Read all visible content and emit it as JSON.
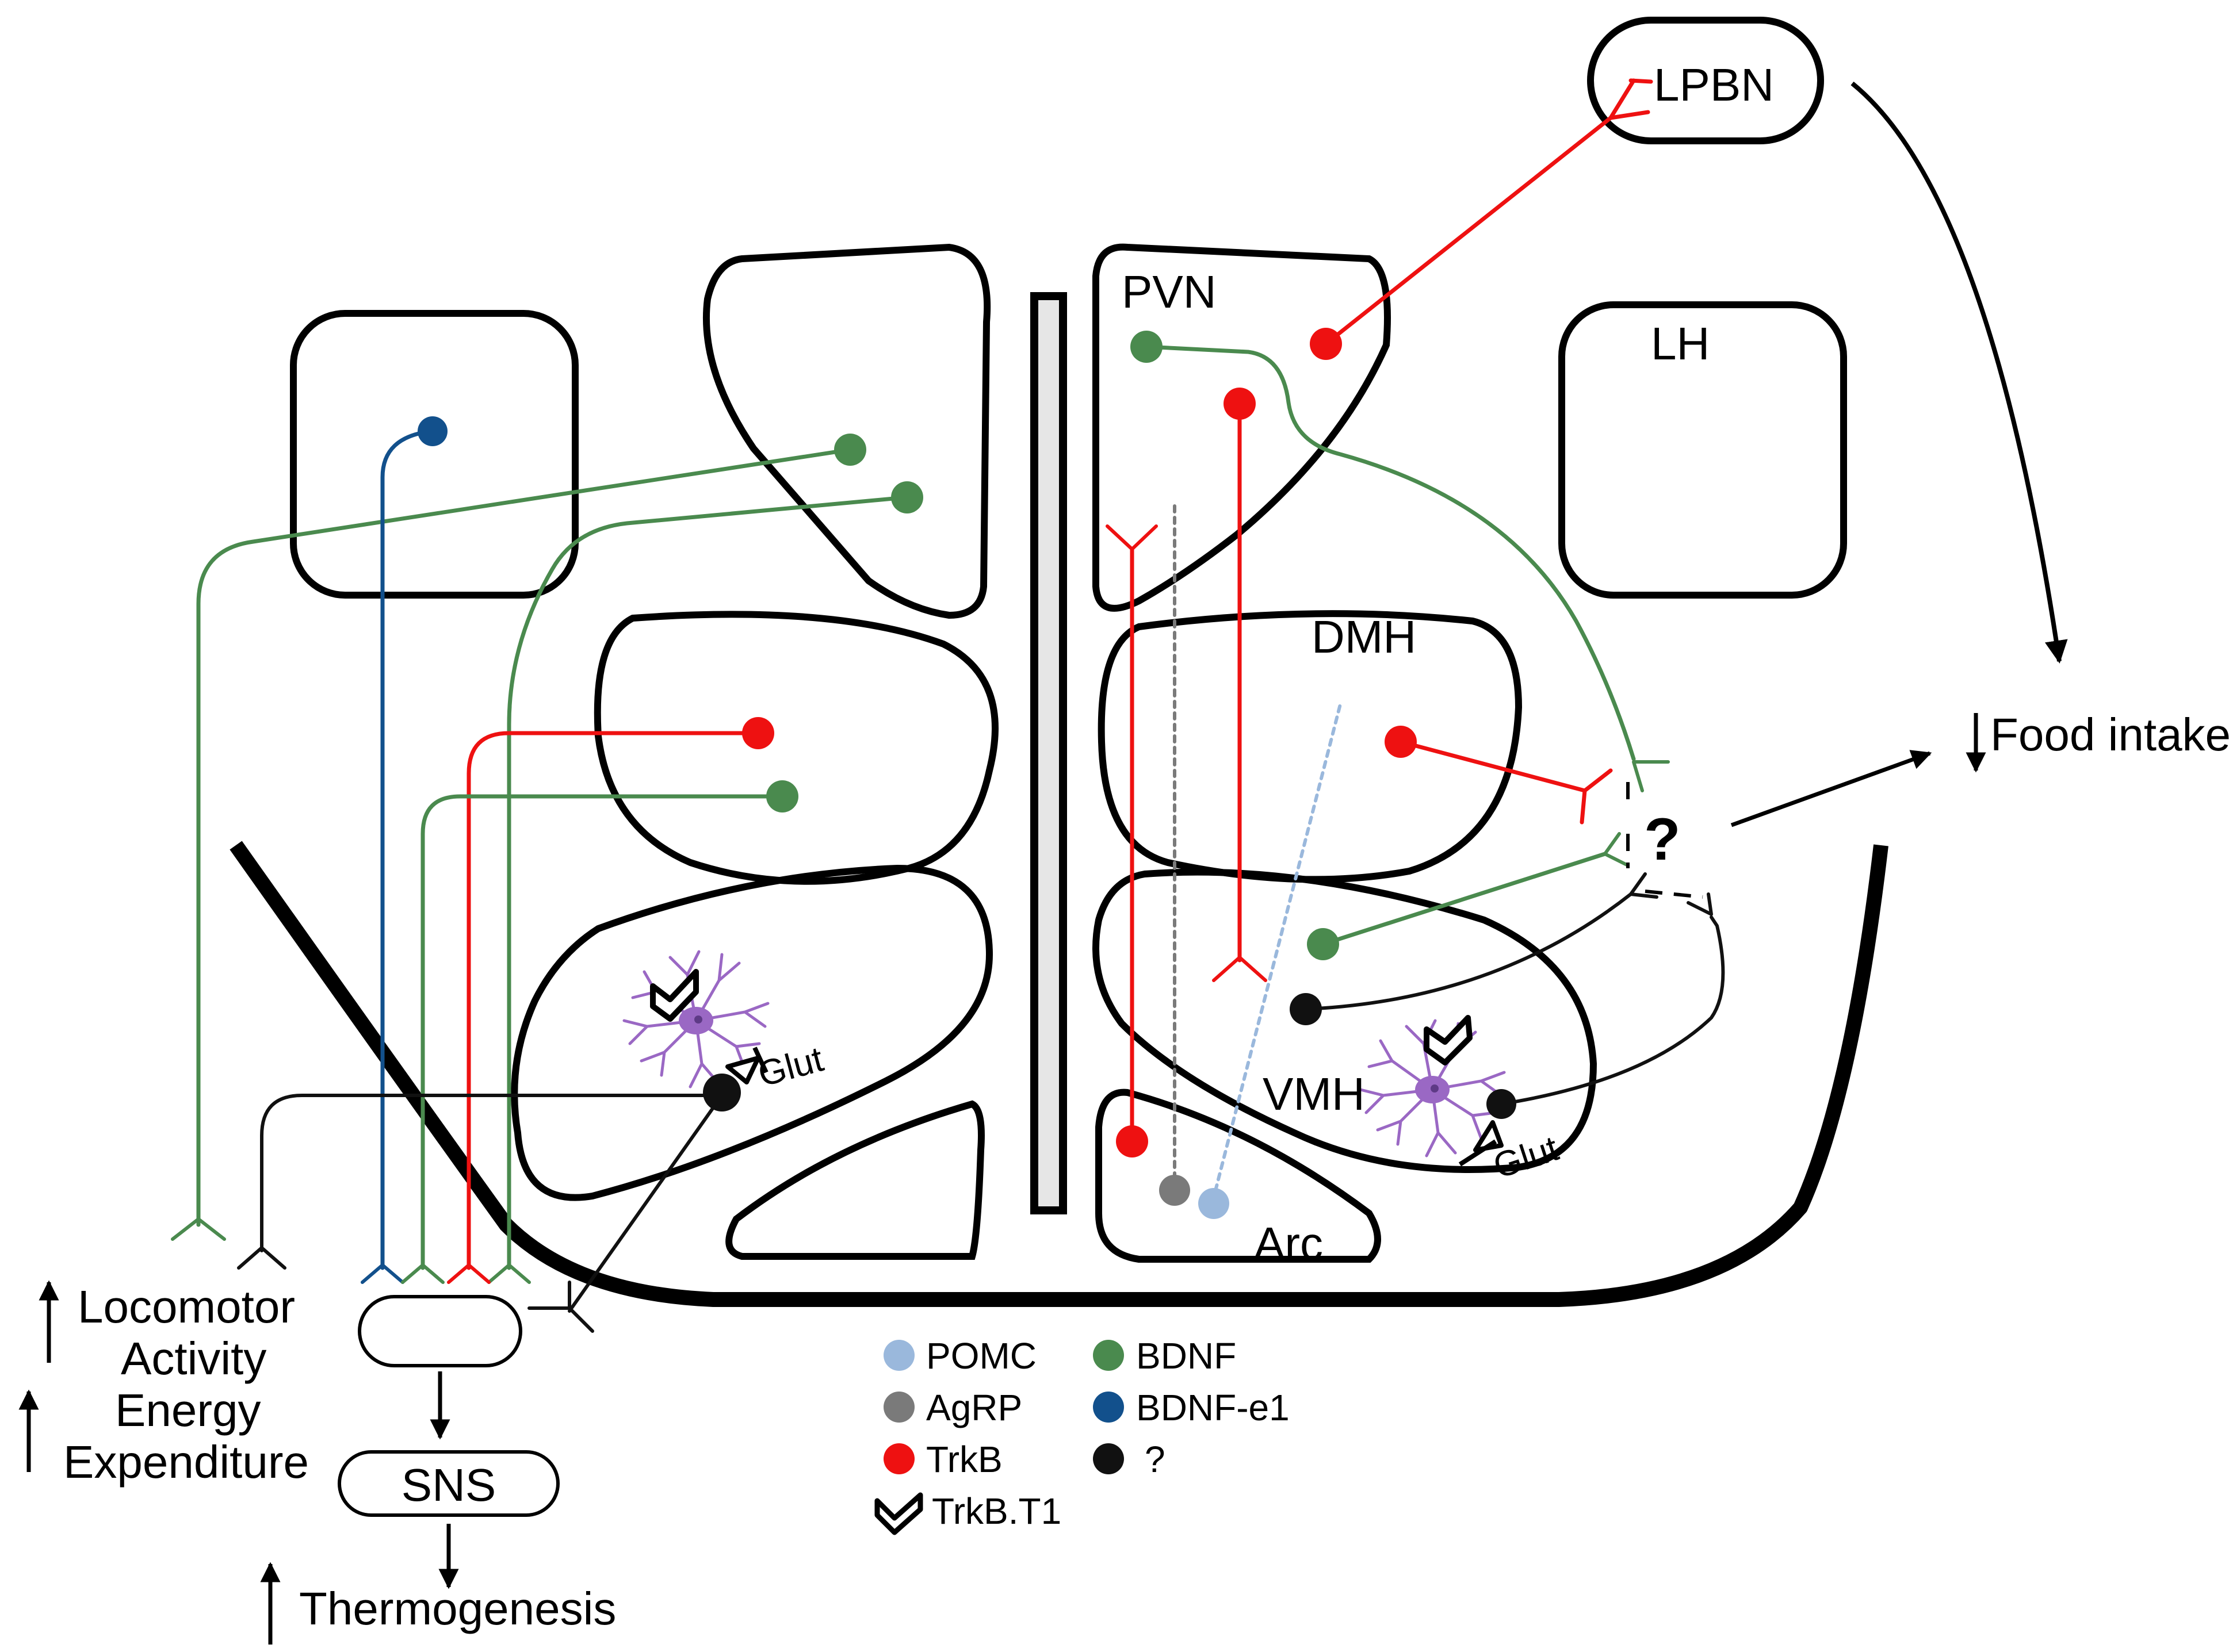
{
  "regions": {
    "lpbn": "LPBN",
    "pvn": "PVN",
    "lh": "LH",
    "dmh": "DMH",
    "vmh": "VMH",
    "arc": "Arc",
    "sns": "SNS"
  },
  "labels": {
    "glut_left": "Glut",
    "glut_right": "Glut",
    "question": "?",
    "food_intake": "Food intake",
    "locomotor": "Locomotor",
    "activity": "Activity",
    "energy": "Energy",
    "expenditure": "Expenditure",
    "thermogenesis": "Thermogenesis"
  },
  "legend": [
    {
      "key": "pomc",
      "label": "POMC",
      "color": "#9ab8dc",
      "marker": "dot"
    },
    {
      "key": "agrp",
      "label": "AgRP",
      "color": "#7a7a7a",
      "marker": "dot"
    },
    {
      "key": "trkb",
      "label": "TrkB",
      "color": "#ee1111",
      "marker": "dot"
    },
    {
      "key": "trkb_t1",
      "label": "TrkB.T1",
      "color": "#000000",
      "marker": "chevron"
    },
    {
      "key": "bdnf",
      "label": "BDNF",
      "color": "#4a8a4e",
      "marker": "dot"
    },
    {
      "key": "bdnf_e1",
      "label": "BDNF-e1",
      "color": "#12508c",
      "marker": "dot"
    },
    {
      "key": "unknown",
      "label": "?",
      "color": "#111111",
      "marker": "dot"
    }
  ],
  "colors": {
    "green": "#4a8a4e",
    "red": "#ee1111",
    "blue": "#12508c",
    "black": "#111111",
    "grey": "#7a7a7a",
    "light_blue": "#9ab8dc",
    "astrocyte": "#9a68c4"
  }
}
